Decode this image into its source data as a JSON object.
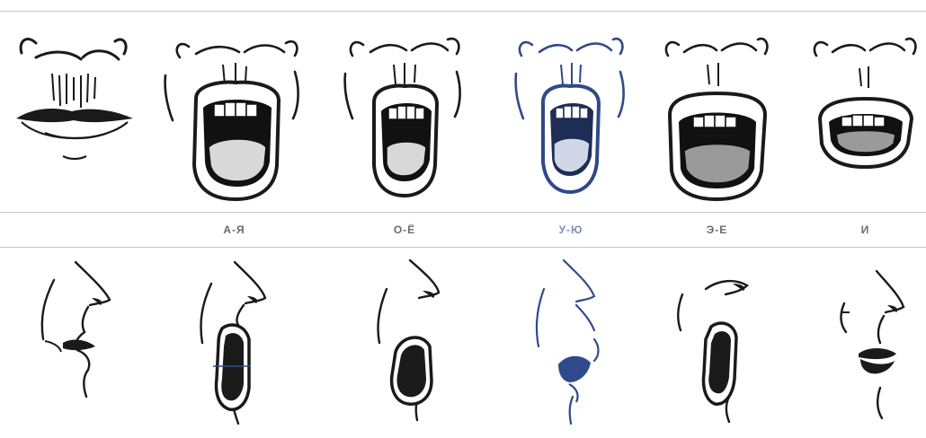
{
  "articulation_chart": {
    "sounds": [
      {
        "label": ""
      },
      {
        "label": "А-Я"
      },
      {
        "label": "О-Ё"
      },
      {
        "label": "У-Ю"
      },
      {
        "label": "Э-Е"
      },
      {
        "label": "И"
      }
    ],
    "colors": {
      "ink": "#1a1a1a",
      "label": "#6b6b6b",
      "blue_ink": "#2f4a8a",
      "blue_label": "#7d8fb8",
      "rule": "#c8c8c8"
    },
    "mouth_openness": [
      0.0,
      1.0,
      0.85,
      0.55,
      0.7,
      0.35
    ]
  }
}
